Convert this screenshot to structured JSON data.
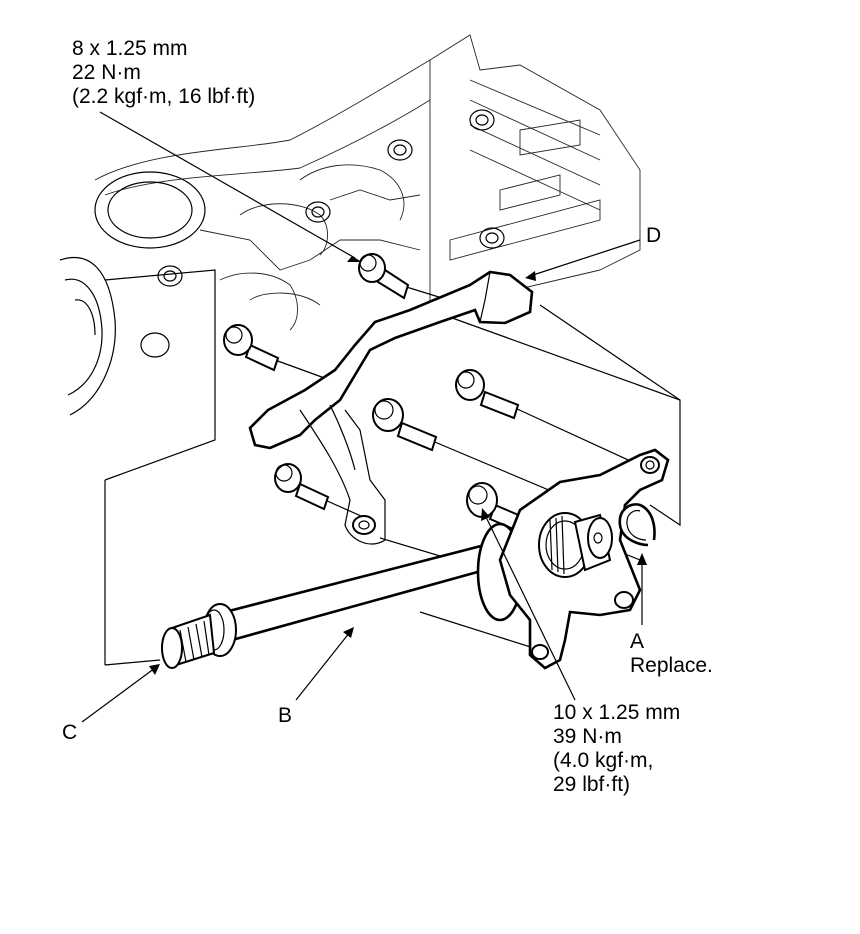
{
  "callouts": {
    "upper_torque": {
      "line1": "8 x 1.25 mm",
      "line2": "22 N·m",
      "line3": "(2.2 kgf·m, 16 lbf·ft)"
    },
    "lower_torque": {
      "line1": "10 x 1.25 mm",
      "line2": "39 N·m",
      "line3": "(4.0 kgf·m,",
      "line4": "29 lbf·ft)"
    },
    "label_a": "A",
    "label_a_note": "Replace.",
    "label_b": "B",
    "label_c": "C",
    "label_d": "D"
  }
}
